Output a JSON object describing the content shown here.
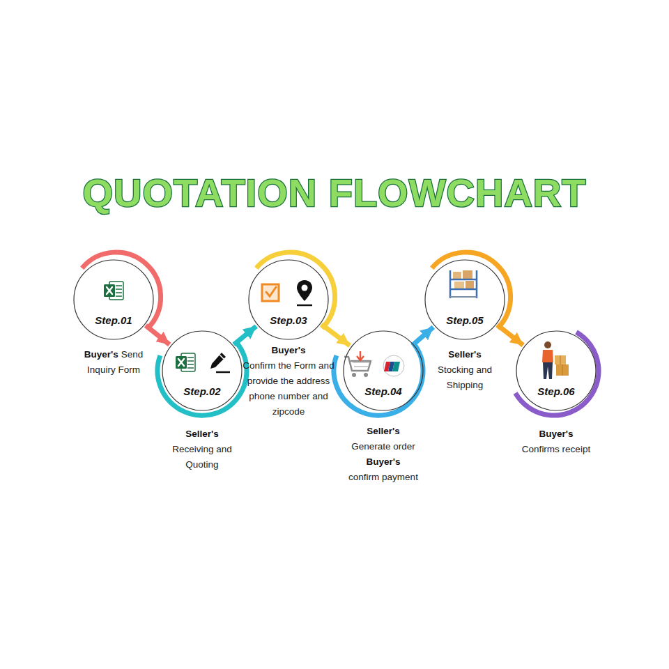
{
  "diagram": {
    "title": "QUOTATION FLOWCHART",
    "nodes": [
      {
        "text": [
          "Step.01",
          "Buyer's",
          "Send Inquiry Form"
        ]
      },
      {
        "text": [
          "Step.02",
          "Seller's",
          "Receiving and Quoting"
        ]
      },
      {
        "text": [
          "Step.03",
          "Buyer's",
          "Confirm the Form and provide the address phone number and zipcode"
        ]
      },
      {
        "text": [
          "Step.04",
          "Seller's",
          "Generate order",
          "Buyer's",
          "confirm payment"
        ]
      },
      {
        "text": [
          "Step.05",
          "Seller's",
          "Stocking and Shipping"
        ]
      },
      {
        "text": [
          "Step.06",
          "Buyer's",
          "Confirms receipt"
        ]
      }
    ],
    "edges": [
      {
        "from": 0,
        "to": 1,
        "arrow": "to"
      },
      {
        "from": 1,
        "to": 2,
        "arrow": "to"
      },
      {
        "from": 2,
        "to": 3,
        "arrow": "to"
      },
      {
        "from": 3,
        "to": 4,
        "arrow": "to"
      },
      {
        "from": 4,
        "to": 5,
        "arrow": "to"
      }
    ]
  }
}
